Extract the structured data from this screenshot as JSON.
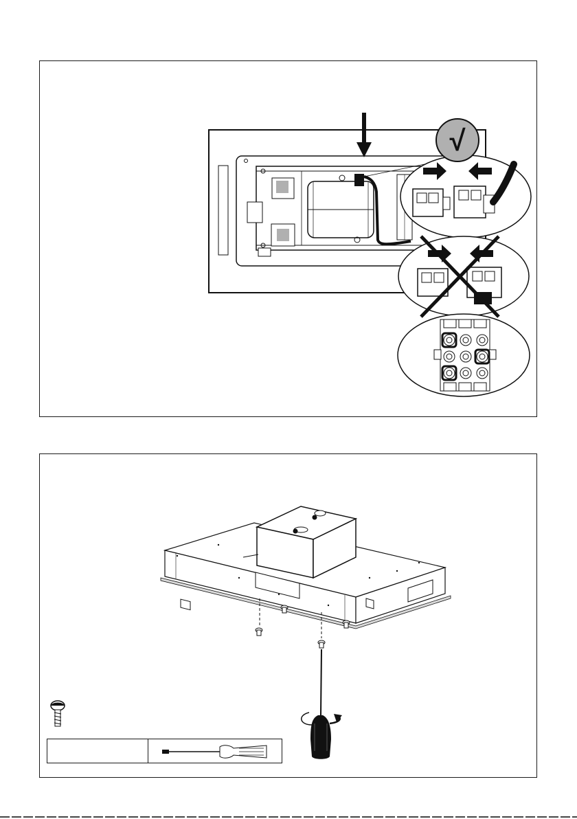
{
  "figure_1": {
    "check_symbol": "√",
    "connector_pins": {
      "rows": 3,
      "cols": 3,
      "highlighted": [
        "r1c1",
        "r2c3",
        "r3c1"
      ]
    },
    "icons": [
      "down-arrow-icon",
      "check-circle-icon",
      "push-arrow-icon",
      "cross-icon"
    ]
  },
  "figure_2": {
    "icons": [
      "screw-icon",
      "screwdriver-icon",
      "rotation-arrow-icon"
    ]
  },
  "colors": {
    "line": "#1a1a1a",
    "fill_gray": "#b0b0b0",
    "fill_light": "#d9d9d9"
  }
}
